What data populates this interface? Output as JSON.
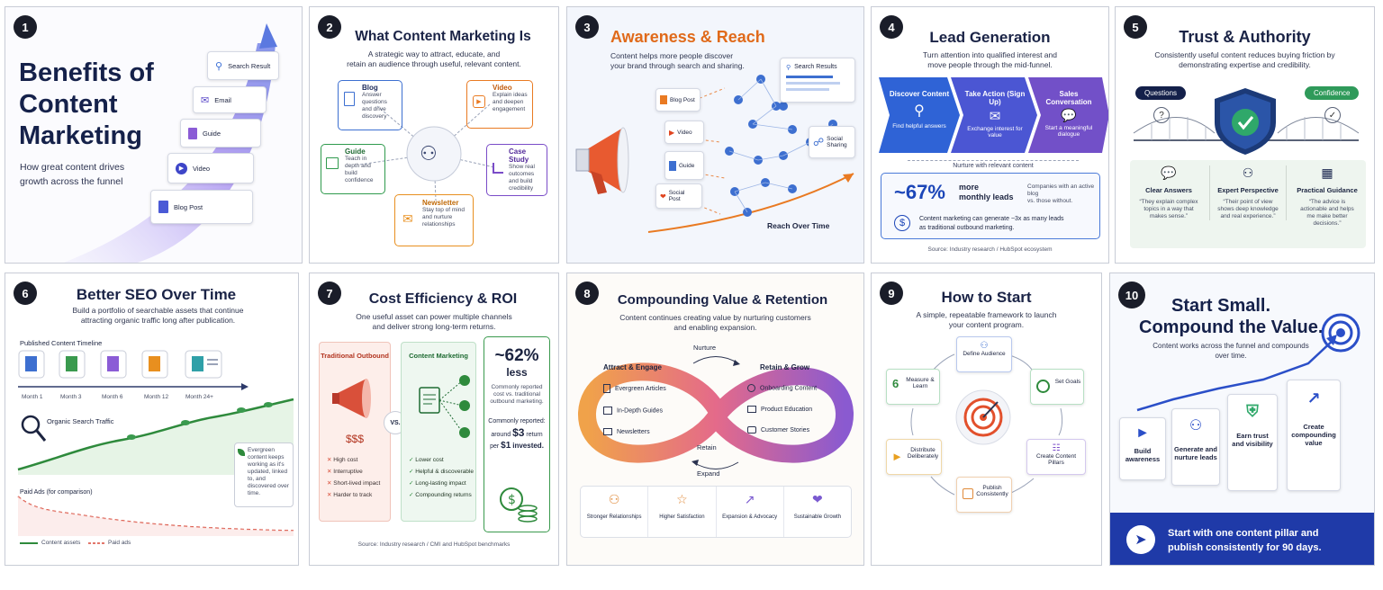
{
  "panels": {
    "p1": {
      "num": "1",
      "title": [
        "Benefits of",
        "Content",
        "Marketing"
      ],
      "subtitle": [
        "How great content drives",
        "growth across the funnel"
      ],
      "stack": [
        "Search Result",
        "Email",
        "Guide",
        "Video",
        "Blog Post"
      ]
    },
    "p2": {
      "num": "2",
      "title": "What Content Marketing Is",
      "subtitle": [
        "A strategic way to attract, educate, and",
        "retain an audience through useful, relevant content."
      ],
      "nodes": [
        {
          "title": "Blog",
          "desc": "Answer questions and drive discovery",
          "color": "#3c6fd1"
        },
        {
          "title": "Video",
          "desc": "Explain ideas and deepen engagement",
          "color": "#e97a22"
        },
        {
          "title": "Guide",
          "desc": "Teach in depth and build confidence",
          "color": "#2f9a4d"
        },
        {
          "title": "Case Study",
          "desc": "Show real outcomes and build credibility",
          "color": "#7a4cc8"
        },
        {
          "title": "Newsletter",
          "desc": "Stay top of mind and nurture relationships",
          "color": "#e88f1f"
        }
      ]
    },
    "p3": {
      "num": "3",
      "title": "Awareness & Reach",
      "subtitle": [
        "Content helps more people discover",
        "your brand through search and sharing."
      ],
      "items": [
        "Blog Post",
        "Video",
        "Guide",
        "Social Post"
      ],
      "search_results": "Search Results",
      "social": "Social Sharing",
      "axis": "Reach Over Time"
    },
    "p4": {
      "num": "4",
      "title": "Lead Generation",
      "subtitle": [
        "Turn attention into qualified interest and",
        "move people through the mid-funnel."
      ],
      "steps": [
        {
          "title": "Discover Content",
          "desc": "Find helpful answers"
        },
        {
          "title": "Take Action (Sign Up)",
          "desc": "Exchange interest for value"
        },
        {
          "title": "Sales Conversation",
          "desc": "Start a meaningful dialogue"
        }
      ],
      "nurture": "Nurture with relevant content",
      "stat": "~67%",
      "stat_label": [
        "more",
        "monthly leads"
      ],
      "stat_desc": [
        "Companies with an active blog",
        "vs. those without."
      ],
      "note": [
        "Content marketing can generate ~3x as many leads",
        "as traditional outbound marketing."
      ],
      "source": "Source: Industry research / HubSpot ecosystem"
    },
    "p5": {
      "num": "5",
      "title": "Trust & Authority",
      "subtitle": [
        "Consistently useful content reduces buying friction by",
        "demonstrating expertise and credibility."
      ],
      "left_tag": "Questions",
      "right_tag": "Confidence",
      "cols": [
        {
          "title": "Clear Answers",
          "quote": "“They explain complex topics in a way that makes sense.”"
        },
        {
          "title": "Expert Perspective",
          "quote": "“Their point of view shows deep knowledge and real experience.”"
        },
        {
          "title": "Practical Guidance",
          "quote": "“The advice is actionable and helps me make better decisions.”"
        }
      ]
    },
    "p6": {
      "num": "6",
      "title": "Better SEO Over Time",
      "subtitle": [
        "Build a portfolio of searchable assets that continue",
        "attracting organic traffic long after publication."
      ],
      "timeline_label": "Published Content Timeline",
      "months": [
        "Month 1",
        "Month 3",
        "Month 6",
        "Month 12",
        "Month 24+"
      ],
      "organic": "Organic Search Traffic",
      "evergreen": "Evergreen content keeps working as it's updated, linked to, and discovered over time.",
      "paid": "Paid Ads (for comparison)",
      "legend": [
        "Content assets",
        "Paid ads"
      ]
    },
    "p7": {
      "num": "7",
      "title": "Cost Efficiency & ROI",
      "subtitle": [
        "One useful asset can power multiple channels",
        "and deliver strong long-term returns."
      ],
      "left_title": "Traditional Outbound",
      "money": "$$$",
      "left_list": [
        "High cost",
        "Interruptive",
        "Short-lived impact",
        "Harder to track"
      ],
      "vs": "VS.",
      "mid_title": "Content Marketing",
      "mid_list": [
        "Lower cost",
        "Helpful & discoverable",
        "Long-lasting impact",
        "Compounding returns"
      ],
      "stat": "~62%",
      "stat_unit": "less",
      "stat_desc": "Commonly reported cost vs. traditional outbound marketing.",
      "ret_pre": "Commonly reported: around",
      "ret_val": "$3",
      "ret_mid": "return per",
      "ret_val2": "$1",
      "ret_post": "invested.",
      "source": "Source: Industry research / CMI and HubSpot benchmarks"
    },
    "p8": {
      "num": "8",
      "title": "Compounding Value & Retention",
      "subtitle": [
        "Content continues creating value by nurturing customers",
        "and enabling expansion."
      ],
      "left_title": "Attract & Engage",
      "left_items": [
        "Evergreen Articles",
        "In-Depth Guides",
        "Newsletters"
      ],
      "right_title": "Retain & Grow",
      "right_items": [
        "Onboarding Content",
        "Product Education",
        "Customer Stories"
      ],
      "labels": [
        "Nurture",
        "Retain",
        "Expand"
      ],
      "bottom": [
        "Stronger Relationships",
        "Higher Satisfaction",
        "Expansion & Advocacy",
        "Sustainable Growth"
      ]
    },
    "p9": {
      "num": "9",
      "title": "How to Start",
      "subtitle": [
        "A simple, repeatable framework to launch",
        "your content program."
      ],
      "steps": [
        "Define Audience",
        "Set Goals",
        "Create Content Pillars",
        "Publish Consistently",
        "Distribute Deliberately",
        "Measure & Learn"
      ]
    },
    "p10": {
      "num": "10",
      "title": [
        "Start Small.",
        "Compound the Value."
      ],
      "subtitle": [
        "Content works across the funnel and compounds",
        "over time."
      ],
      "steps": [
        "Build awareness",
        "Generate and nurture leads",
        "Earn trust and visibility",
        "Create compounding value"
      ],
      "banner": [
        "Start with one content pillar and",
        "publish consistently for 90 days."
      ]
    }
  }
}
